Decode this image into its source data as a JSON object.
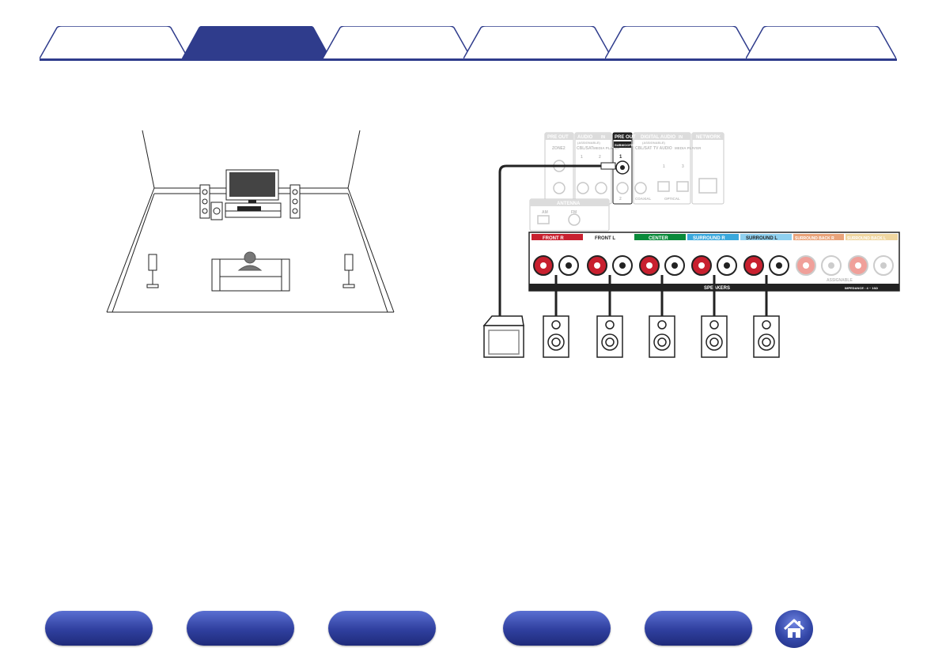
{
  "tabs": [
    {
      "label": "",
      "active": false
    },
    {
      "label": "",
      "active": true
    },
    {
      "label": "",
      "active": false
    },
    {
      "label": "",
      "active": false
    },
    {
      "label": "",
      "active": false
    },
    {
      "label": "",
      "active": false
    }
  ],
  "colors": {
    "accent": "#2f3c8c",
    "tab_inactive_fill": "#ffffff",
    "tab_active_fill": "#2f3c8c",
    "front_r": "#c8202f",
    "center": "#0a8a3a",
    "surround": "#3aa8dc",
    "surround_l": "#8fd0ef",
    "surround_back": "#e9a37a",
    "surround_back_l": "#efd6a0"
  },
  "panel": {
    "pre_out_zone": "PRE OUT",
    "zone2": "ZONE2",
    "audio": "AUDIO",
    "in": "IN",
    "assignable_small": "(ASSIGNABLE)",
    "cbl_sat": "CBL/SAT",
    "media_player": "MEDIA PLAYER",
    "one": "1",
    "two": "2",
    "three": "3",
    "pre_out_sub": "PRE OUT",
    "subwoofer": "SUBWOOFER",
    "digital_audio": "DIGITAL AUDIO",
    "tv_audio": "TV AUDIO",
    "coaxial": "COAXIAL",
    "optical": "OPTICAL",
    "network": "NETWORK",
    "antenna": "ANTENNA",
    "am": "AM",
    "fm": "FM",
    "front_r": "FRONT R",
    "front_l": "FRONT L",
    "center": "CENTER",
    "surround_r": "SURROUND R",
    "surround_l": "SURROUND L",
    "surround_back_r": "SURROUND BACK R",
    "surround_back_l": "SURROUND BACK L",
    "assignable": "ASSIGNABLE",
    "speakers": "SPEAKERS",
    "impedance": "IMPEDANCE : 4 ~ 16Ω"
  },
  "nav_buttons": [
    {
      "label": ""
    },
    {
      "label": ""
    },
    {
      "label": ""
    },
    {
      "label": ""
    },
    {
      "label": ""
    }
  ],
  "home_icon": "home-icon"
}
